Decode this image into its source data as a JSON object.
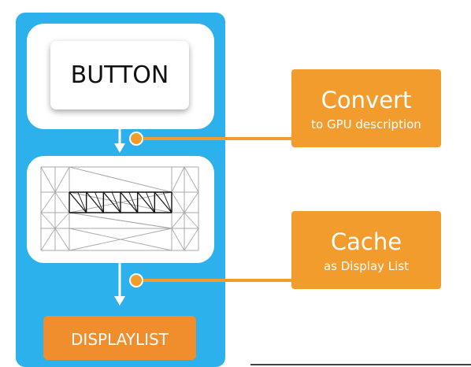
{
  "button_card": {
    "label": "BUTTON"
  },
  "callouts": [
    {
      "title": "Convert",
      "subtitle": "to GPU description"
    },
    {
      "title": "Cache",
      "subtitle": "as Display List"
    }
  ],
  "output": {
    "label": "DISPLAYLIST"
  },
  "colors": {
    "panel_blue": "#2DB1EC",
    "callout_orange": "#F39C2E",
    "output_orange": "#F08D2C",
    "card_white": "#FFFFFF",
    "mesh_gray": "#A8A8A8",
    "mesh_dark": "#111111"
  }
}
